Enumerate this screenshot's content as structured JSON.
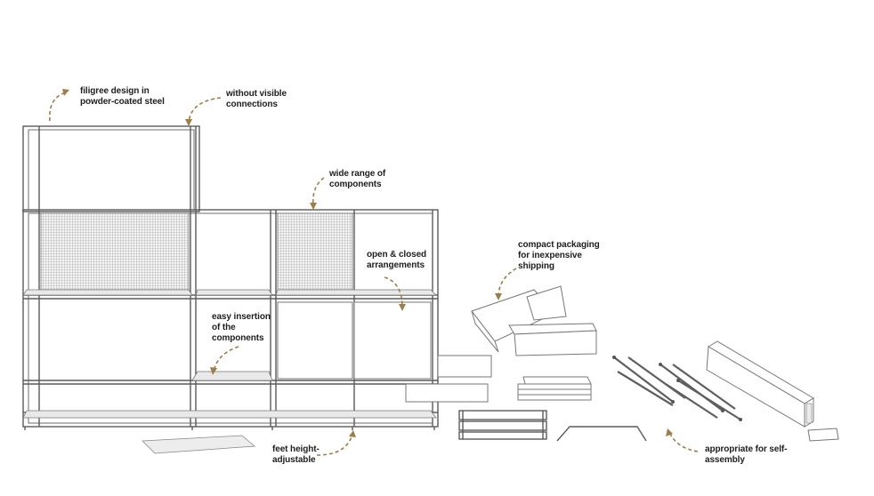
{
  "colors": {
    "accent_arrow": "#9c7e4a",
    "line": "#6d6d6d",
    "mesh": "#8a8a8a",
    "background": "#ffffff"
  },
  "annotations": {
    "filigree": "filigree design in\npowder-coated steel",
    "connections": "without visible\nconnections",
    "components": "wide range of\ncomponents",
    "arrangements": "open & closed\narrangements",
    "insertion": "easy insertion\nof the\ncomponents",
    "packaging": "compact packaging\nfor inexpensive\nshipping",
    "feet": "feet height-\nadjustable",
    "assembly": "appropriate for self-\nassembly"
  }
}
